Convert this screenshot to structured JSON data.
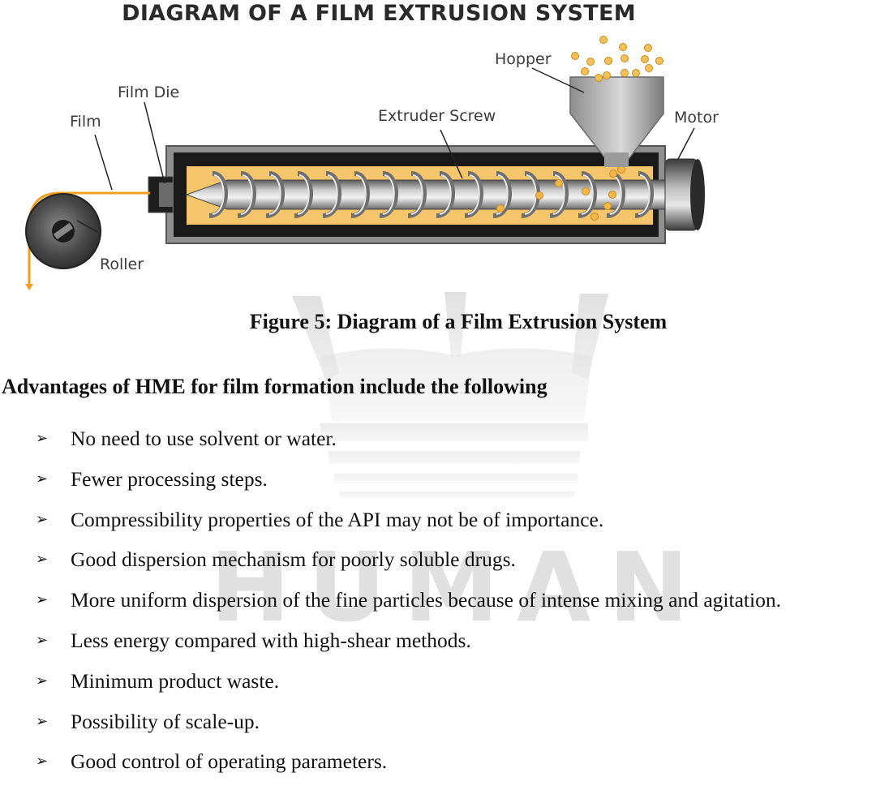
{
  "figure": {
    "title": "DIAGRAM OF A FILM EXTRUSION SYSTEM",
    "labels": {
      "hopper": "Hopper",
      "film_die": "Film Die",
      "film": "Film",
      "extruder_screw": "Extruder Screw",
      "motor": "Motor",
      "roller": "Roller"
    },
    "caption": "Figure 5: Diagram of a Film Extrusion System"
  },
  "section": {
    "heading": "Advantages of HME for film formation include the following",
    "bullet_marker": "➢",
    "items": [
      "No need to use solvent or water.",
      "Fewer processing steps.",
      "Compressibility properties of the API may not be of importance.",
      "Good dispersion mechanism for poorly soluble drugs.",
      "More uniform dispersion of the fine particles because of intense mixing and agitation.",
      "Less energy compared with high-shear methods.",
      "Minimum product waste.",
      "Possibility of scale-up.",
      "Good control of operating parameters."
    ]
  },
  "watermark": {
    "text": "HUMAN",
    "color": "#c8c8c8"
  },
  "colors": {
    "melt": "#f4c56a",
    "pellet": "#f0b64a",
    "barrel_dark": "#1a1a1a",
    "barrel_outer": "#8a8a8a"
  }
}
